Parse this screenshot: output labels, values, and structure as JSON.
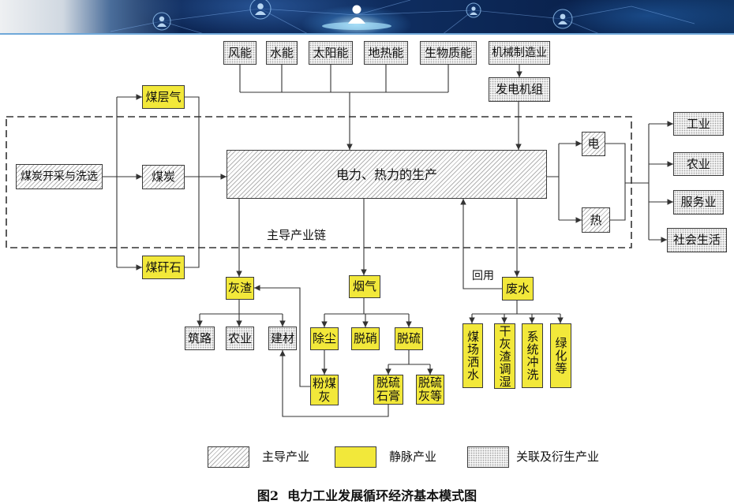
{
  "banner": {
    "icons": [
      "user-icon",
      "user-icon",
      "user-icon",
      "user-icon",
      "user-icon"
    ]
  },
  "renewable_sources": [
    {
      "label": "风能"
    },
    {
      "label": "水能"
    },
    {
      "label": "太阳能"
    },
    {
      "label": "地热能"
    },
    {
      "label": "生物质能"
    }
  ],
  "equipment": {
    "manufacturing": "机械制造业",
    "generator_set": "发电机组"
  },
  "coal_chain": {
    "mining": "煤炭开采与洗选",
    "coalbed_methane": "煤层气",
    "coal": "煤炭",
    "gangue": "煤矸石"
  },
  "production": {
    "label": "电力、热力的生产",
    "chain_label": "主导产业链"
  },
  "outputs": {
    "electricity": "电",
    "heat": "热"
  },
  "consumers": [
    "工业",
    "农业",
    "服务业",
    "社会生活"
  ],
  "ash": {
    "label": "灰渣",
    "uses": [
      "筑路",
      "农业",
      "建材"
    ]
  },
  "flue_gas": {
    "label": "烟气",
    "treatments": [
      "除尘",
      "脱硝",
      "脱硫"
    ],
    "fly_ash": "粉煤灰",
    "desulfurization_products": [
      "脱硫石膏",
      "脱硫灰等"
    ]
  },
  "wastewater": {
    "label": "废水",
    "reuse_label": "回用",
    "uses": [
      "煤场洒水",
      "干灰渣调湿",
      "系统冲洗",
      "绿化等"
    ]
  },
  "legend": [
    {
      "label": "主导产业"
    },
    {
      "label": "静脉产业"
    },
    {
      "label": "关联及衍生产业"
    }
  ],
  "caption": "图2  电力工业发展循环经济基本模式图",
  "colors": {
    "vein_industry": "#f2e83a",
    "line": "#333333",
    "hatch_line": "#b2b2b2",
    "dot": "#9e9e9e",
    "banner_dark": "#0b2350"
  }
}
